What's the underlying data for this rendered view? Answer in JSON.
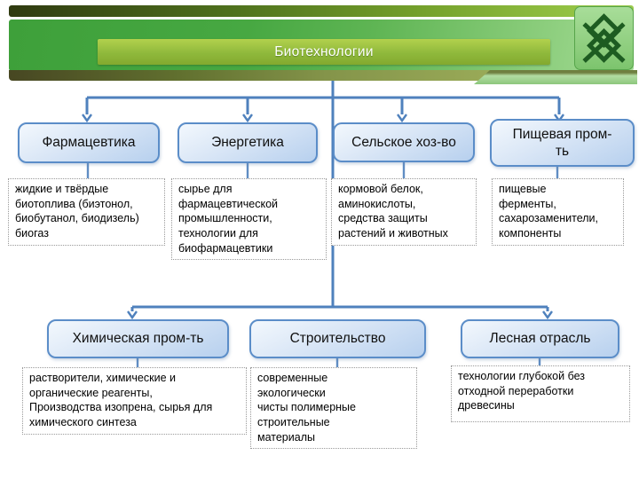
{
  "header": {
    "title": "Биотехнологии",
    "logo_icon": "woven-lattice-icon"
  },
  "tier1": [
    {
      "label": "Фармацевтика",
      "desc": "жидкие и твёрдые\nбиотоплива (биэтонол,\nбиобутанол, биодизель)\nбиогаз"
    },
    {
      "label": "Энергетика",
      "desc": "сырье для\nфармацевтической\nпромышленности,\nтехнологии для\nбиофармацевтики"
    },
    {
      "label": "Сельское хоз-во",
      "desc": "кормовой белок,\nаминокислоты,\nсредства защиты\nрастений и животных"
    },
    {
      "label": "Пищевая пром-\nть",
      "desc": "пищевые\nферменты,\nсахарозаменители,\nкомпоненты"
    }
  ],
  "tier2": [
    {
      "label": "Химическая пром-ть",
      "desc": "растворители, химические и\nорганические реагенты,\nПроизводства изопрена, сырья для\nхимического синтеза"
    },
    {
      "label": "Строительство",
      "desc": "современные\nэкологически\nчисты полимерные\nстроительные\nматериалы"
    },
    {
      "label": "Лесная отрасль",
      "desc": "технологии глубокой без\nотходной переработки\nдревесины"
    }
  ],
  "colors": {
    "connector": "#4f81bd",
    "node_border": "#5b8dc8",
    "node_fill_top": "#f3f8fd",
    "node_fill_bottom": "#b7d0ee",
    "header_green": "#47a842",
    "title_pill_top": "#b2d14d",
    "title_pill_bottom": "#83a92e",
    "logo_green_dark": "#1d5c21",
    "logo_green_light": "#8ccd7c",
    "desc_border": "#9a9a9a"
  }
}
